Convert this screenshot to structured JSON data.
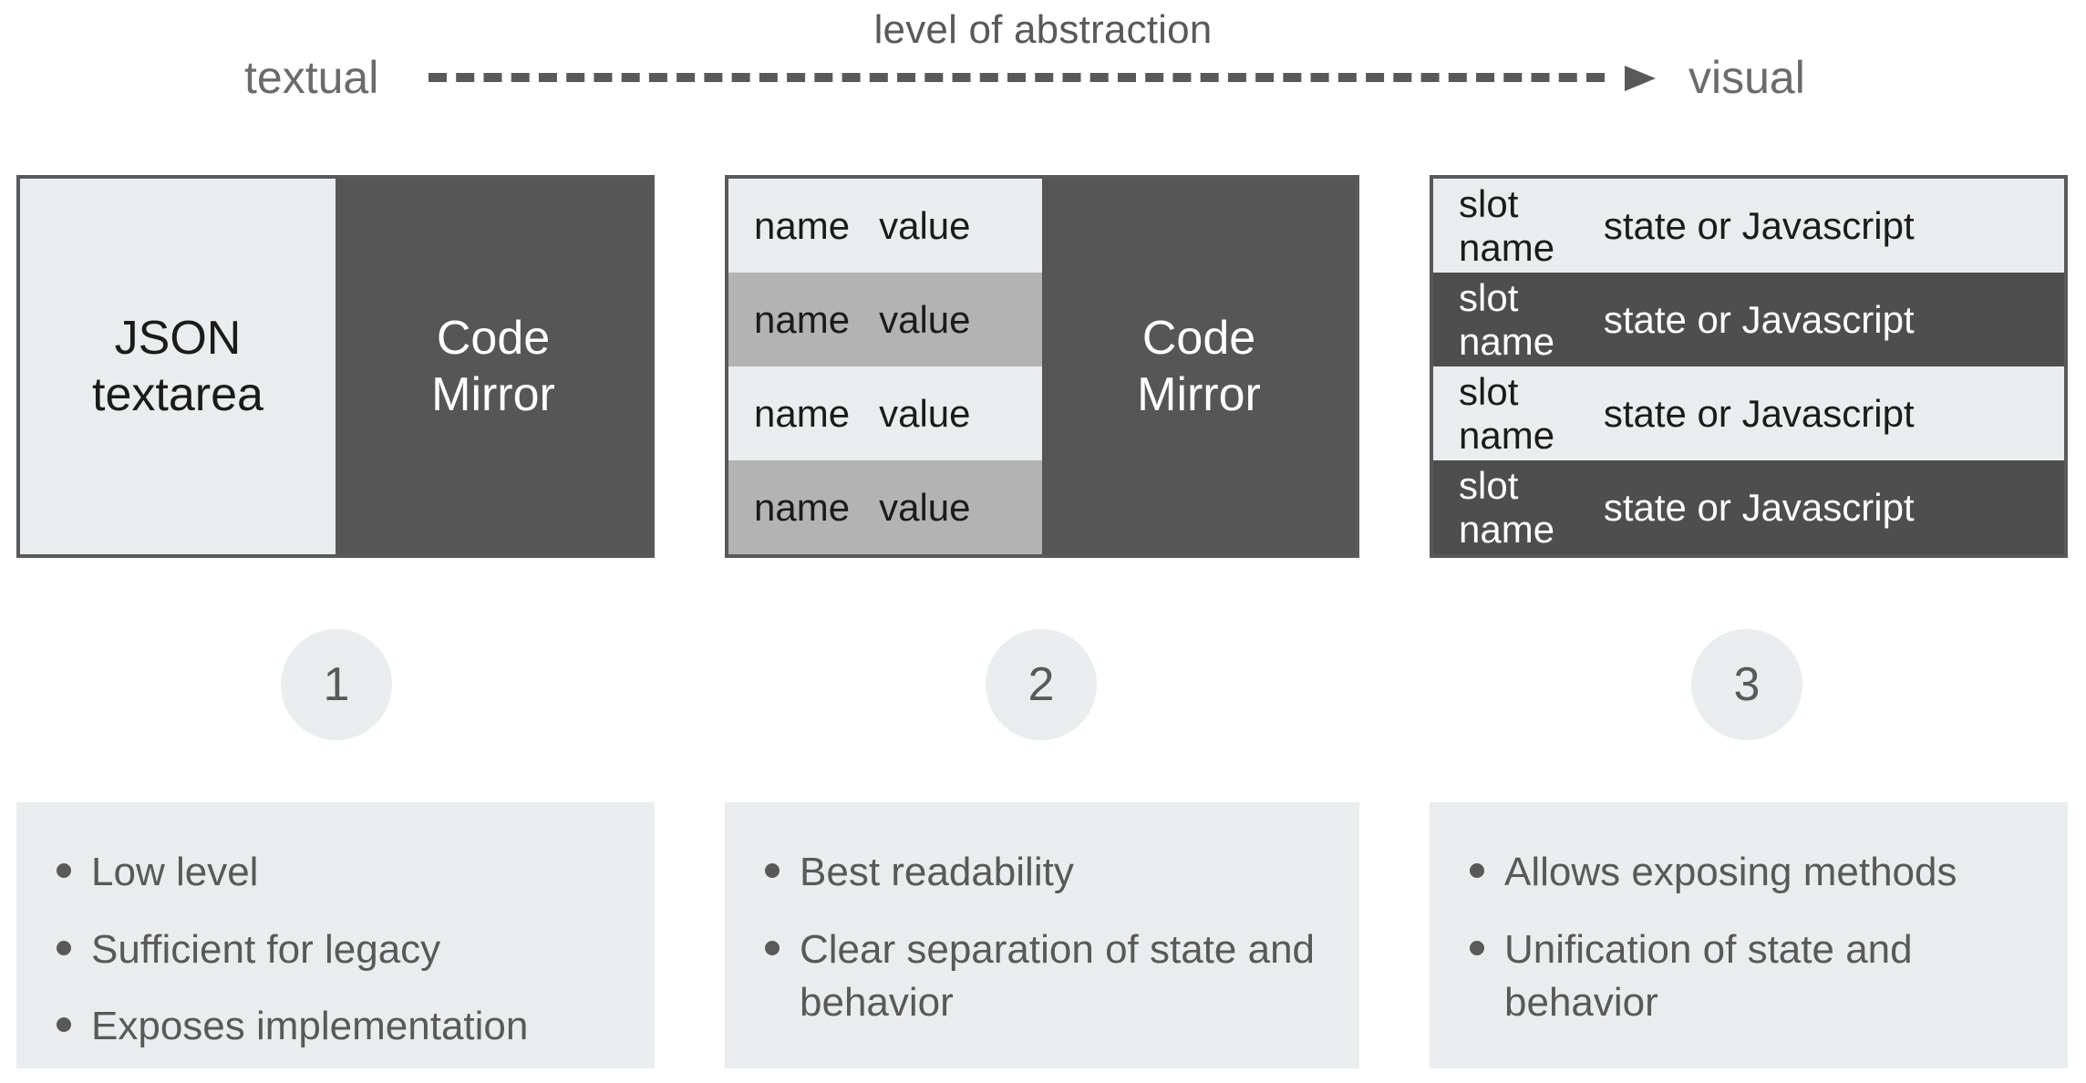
{
  "axis": {
    "title": "level of abstraction",
    "left_label": "textual",
    "right_label": "visual",
    "arrow_style": "dashed-right-arrow"
  },
  "panels": [
    {
      "id": 1,
      "left": {
        "type": "block",
        "label": "JSON\ntextarea",
        "tone": "light"
      },
      "right": {
        "type": "block",
        "label": "Code\nMirror",
        "tone": "dark"
      }
    },
    {
      "id": 2,
      "left": {
        "type": "rows",
        "rows": [
          {
            "name": "name",
            "value": "value",
            "tone": "light"
          },
          {
            "name": "name",
            "value": "value",
            "tone": "mid"
          },
          {
            "name": "name",
            "value": "value",
            "tone": "light"
          },
          {
            "name": "name",
            "value": "value",
            "tone": "mid"
          }
        ]
      },
      "right": {
        "type": "block",
        "label": "Code\nMirror",
        "tone": "dark"
      }
    },
    {
      "id": 3,
      "full": {
        "type": "rows",
        "rows": [
          {
            "name": "slot name",
            "value": "state or Javascript",
            "tone": "light"
          },
          {
            "name": "slot name",
            "value": "state or Javascript",
            "tone": "dark"
          },
          {
            "name": "slot name",
            "value": "state or Javascript",
            "tone": "light"
          },
          {
            "name": "slot name",
            "value": "state or Javascript",
            "tone": "dark"
          }
        ]
      }
    }
  ],
  "steps": [
    {
      "number": "1"
    },
    {
      "number": "2"
    },
    {
      "number": "3"
    }
  ],
  "bullet_cards": [
    {
      "id": 1,
      "items": [
        "Low level",
        "Sufficient for legacy",
        "Exposes implementation"
      ]
    },
    {
      "id": 2,
      "items": [
        "Best readability",
        "Clear separation of state and behavior"
      ]
    },
    {
      "id": 3,
      "items": [
        "Allows exposing methods",
        "Unification of state and behavior"
      ]
    }
  ],
  "colors": {
    "light_panel": "#e9edee",
    "mid_row": "#b3b3b3",
    "dark_panel": "#565656",
    "dark_row": "#4e4e4e",
    "border": "#58595b",
    "text_gray": "#595959",
    "page_background": "#ffffff"
  }
}
